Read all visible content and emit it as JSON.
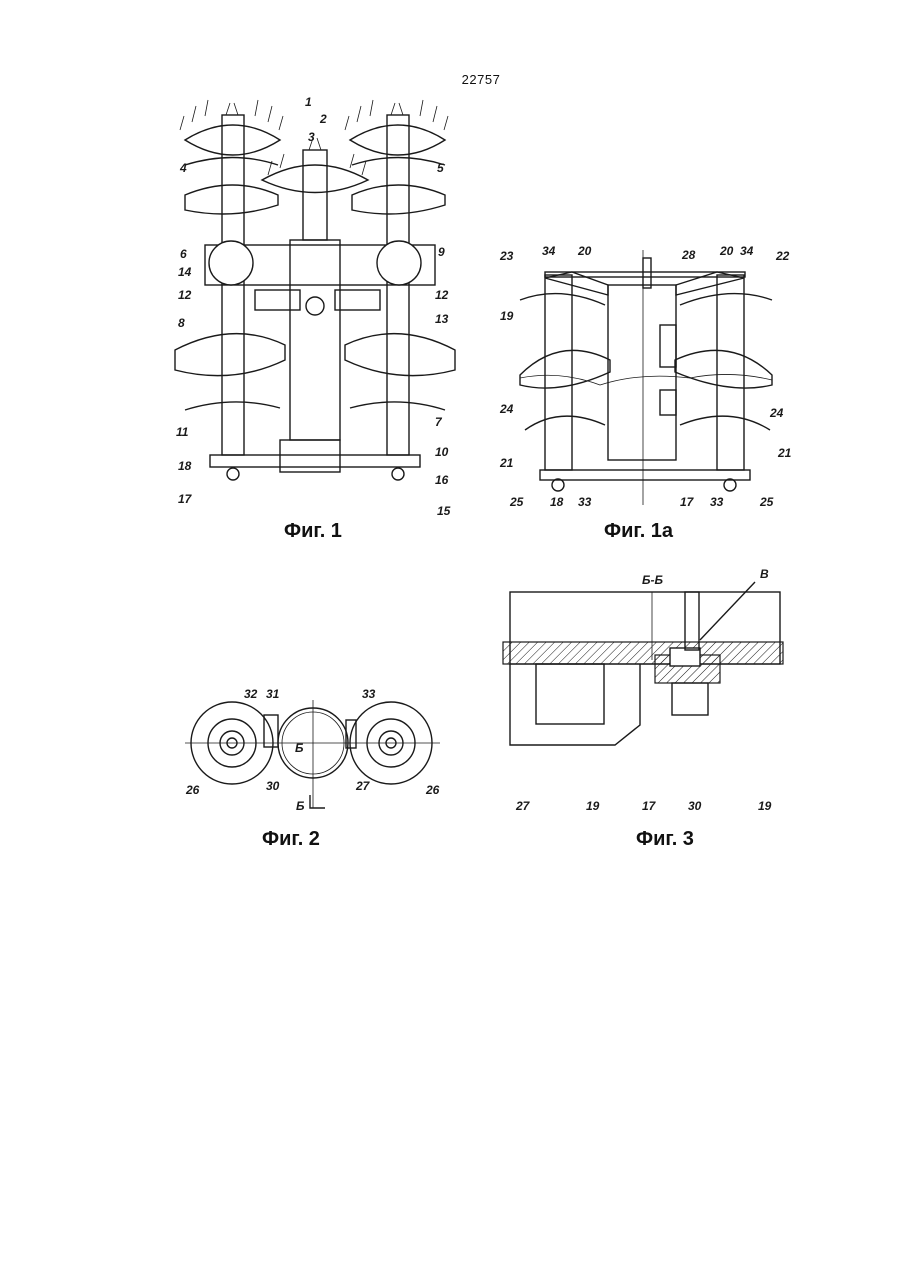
{
  "page_number": "22757",
  "figures": [
    {
      "caption": "Фиг. 1",
      "labels": [
        "1",
        "2",
        "3",
        "4",
        "5",
        "6",
        "9",
        "14",
        "12",
        "12",
        "13",
        "8",
        "7",
        "10",
        "11",
        "16",
        "18",
        "17",
        "15"
      ]
    },
    {
      "caption": "Фиг. 1а",
      "labels": [
        "23",
        "34",
        "20",
        "28",
        "20",
        "34",
        "22",
        "19",
        "24",
        "24",
        "21",
        "21",
        "25",
        "18",
        "33",
        "17",
        "33",
        "25"
      ]
    },
    {
      "caption": "Фиг. 2",
      "labels": [
        "32",
        "31",
        "33",
        "26",
        "Б",
        "30",
        "27",
        "26",
        "Б"
      ]
    },
    {
      "caption": "Фиг. 3",
      "labels": [
        "Б-Б",
        "В",
        "27",
        "19",
        "17",
        "30",
        "19"
      ]
    }
  ]
}
